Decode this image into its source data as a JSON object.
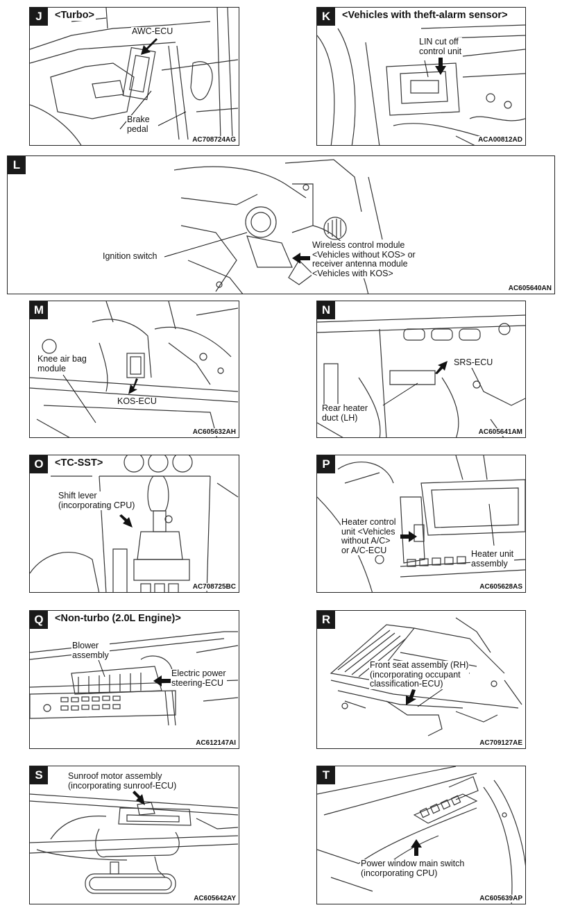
{
  "panels": {
    "J": {
      "letter": "J",
      "title": "<Turbo>",
      "code": "AC708724AG",
      "labels": {
        "awc": "AWC-ECU",
        "brake": "Brake\npedal"
      }
    },
    "K": {
      "letter": "K",
      "title": "<Vehicles with theft-alarm sensor>",
      "code": "ACA00812AD",
      "labels": {
        "lin": "LIN cut off\ncontrol unit"
      }
    },
    "L": {
      "letter": "L",
      "title": "",
      "code": "AC605640AN",
      "labels": {
        "ignition": "Ignition switch",
        "wireless": "Wireless control module\n<Vehicles without KOS> or\nreceiver antenna module\n<Vehicles with KOS>"
      }
    },
    "M": {
      "letter": "M",
      "title": "",
      "code": "AC605632AH",
      "labels": {
        "knee": "Knee air bag\nmodule",
        "kos": "KOS-ECU"
      }
    },
    "N": {
      "letter": "N",
      "title": "",
      "code": "AC605641AM",
      "labels": {
        "srs": "SRS-ECU",
        "duct": "Rear heater\nduct (LH)"
      }
    },
    "O": {
      "letter": "O",
      "title": "<TC-SST>",
      "code": "AC708725BC",
      "labels": {
        "shift": "Shift lever\n(incorporating CPU)"
      }
    },
    "P": {
      "letter": "P",
      "title": "",
      "code": "AC605628AS",
      "labels": {
        "heatctl": "Heater control\nunit <Vehicles\nwithout A/C>\nor A/C-ECU",
        "heatunit": "Heater unit\nassembly"
      }
    },
    "Q": {
      "letter": "Q",
      "title": "<Non-turbo (2.0L Engine)>",
      "code": "AC612147AI",
      "labels": {
        "blower": "Blower\nassembly",
        "eps": "Electric power\nsteering-ECU"
      }
    },
    "R": {
      "letter": "R",
      "title": "",
      "code": "AC709127AE",
      "labels": {
        "seat": "Front seat assembly (RH)\n(incorporating occupant\nclassification-ECU)"
      }
    },
    "S": {
      "letter": "S",
      "title": "",
      "code": "AC605642AY",
      "labels": {
        "sunroof": "Sunroof motor assembly\n(incorporating sunroof-ECU)"
      }
    },
    "T": {
      "letter": "T",
      "title": "",
      "code": "AC605639AP",
      "labels": {
        "pw": "Power window main switch\n(incorporating CPU)"
      }
    }
  }
}
